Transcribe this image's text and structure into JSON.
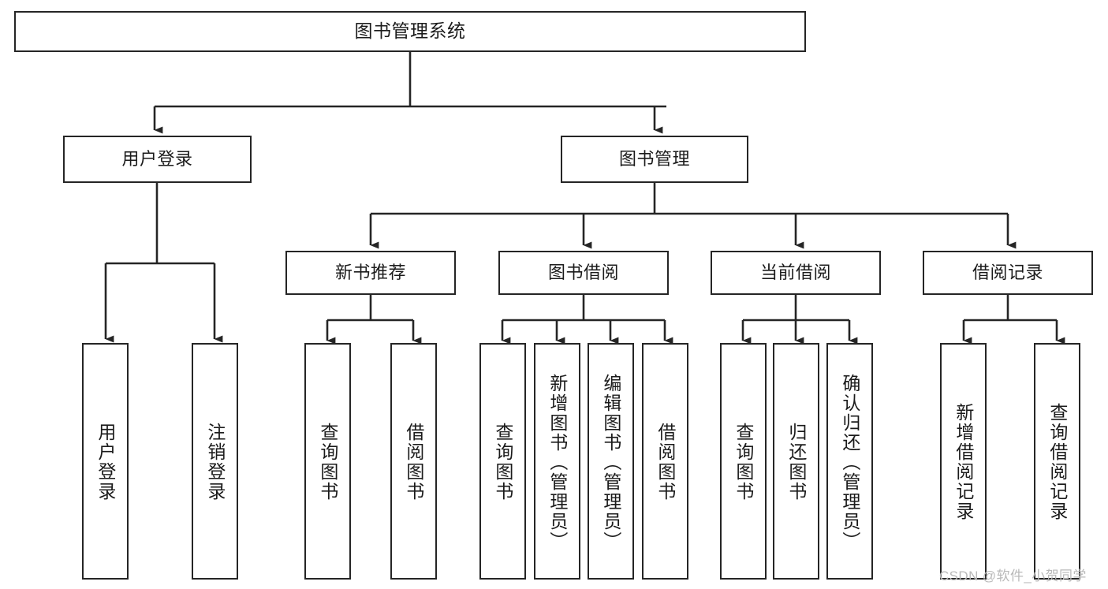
{
  "diagram": {
    "type": "tree-flowchart",
    "title": "图书管理系统",
    "root": {
      "id": "root",
      "label": "图书管理系统"
    },
    "level1": [
      {
        "id": "user-login",
        "label": "用户登录"
      },
      {
        "id": "book-management",
        "label": "图书管理"
      }
    ],
    "level2": [
      {
        "id": "new-book-recommend",
        "label": "新书推荐",
        "parent": "book-management"
      },
      {
        "id": "book-borrow",
        "label": "图书借阅",
        "parent": "book-management"
      },
      {
        "id": "current-borrow",
        "label": "当前借阅",
        "parent": "book-management"
      },
      {
        "id": "borrow-record",
        "label": "借阅记录",
        "parent": "book-management"
      }
    ],
    "leaves": {
      "user-login": [
        {
          "id": "leaf-user-login",
          "label": "用户登录"
        },
        {
          "id": "leaf-logout",
          "label": "注销登录"
        }
      ],
      "new-book-recommend": [
        {
          "id": "leaf-query-book-1",
          "label": "查询图书"
        },
        {
          "id": "leaf-borrow-book-1",
          "label": "借阅图书"
        }
      ],
      "book-borrow": [
        {
          "id": "leaf-query-book-2",
          "label": "查询图书"
        },
        {
          "id": "leaf-add-book",
          "label": "新增图书（管理员）"
        },
        {
          "id": "leaf-edit-book",
          "label": "编辑图书（管理员）"
        },
        {
          "id": "leaf-borrow-book-2",
          "label": "借阅图书"
        }
      ],
      "current-borrow": [
        {
          "id": "leaf-query-book-3",
          "label": "查询图书"
        },
        {
          "id": "leaf-return-book",
          "label": "归还图书"
        },
        {
          "id": "leaf-confirm-return",
          "label": "确认归还（管理员）"
        }
      ],
      "borrow-record": [
        {
          "id": "leaf-add-record",
          "label": "新增借阅记录"
        },
        {
          "id": "leaf-query-record",
          "label": "查询借阅记录"
        }
      ]
    }
  },
  "watermark": {
    "text": "CSDN @软件_小贺同学"
  },
  "colors": {
    "stroke": "#252525",
    "box_fill": "#ffffff",
    "text": "#1b1b1b",
    "watermark": "#b9b9b9",
    "background": "#ffffff"
  }
}
